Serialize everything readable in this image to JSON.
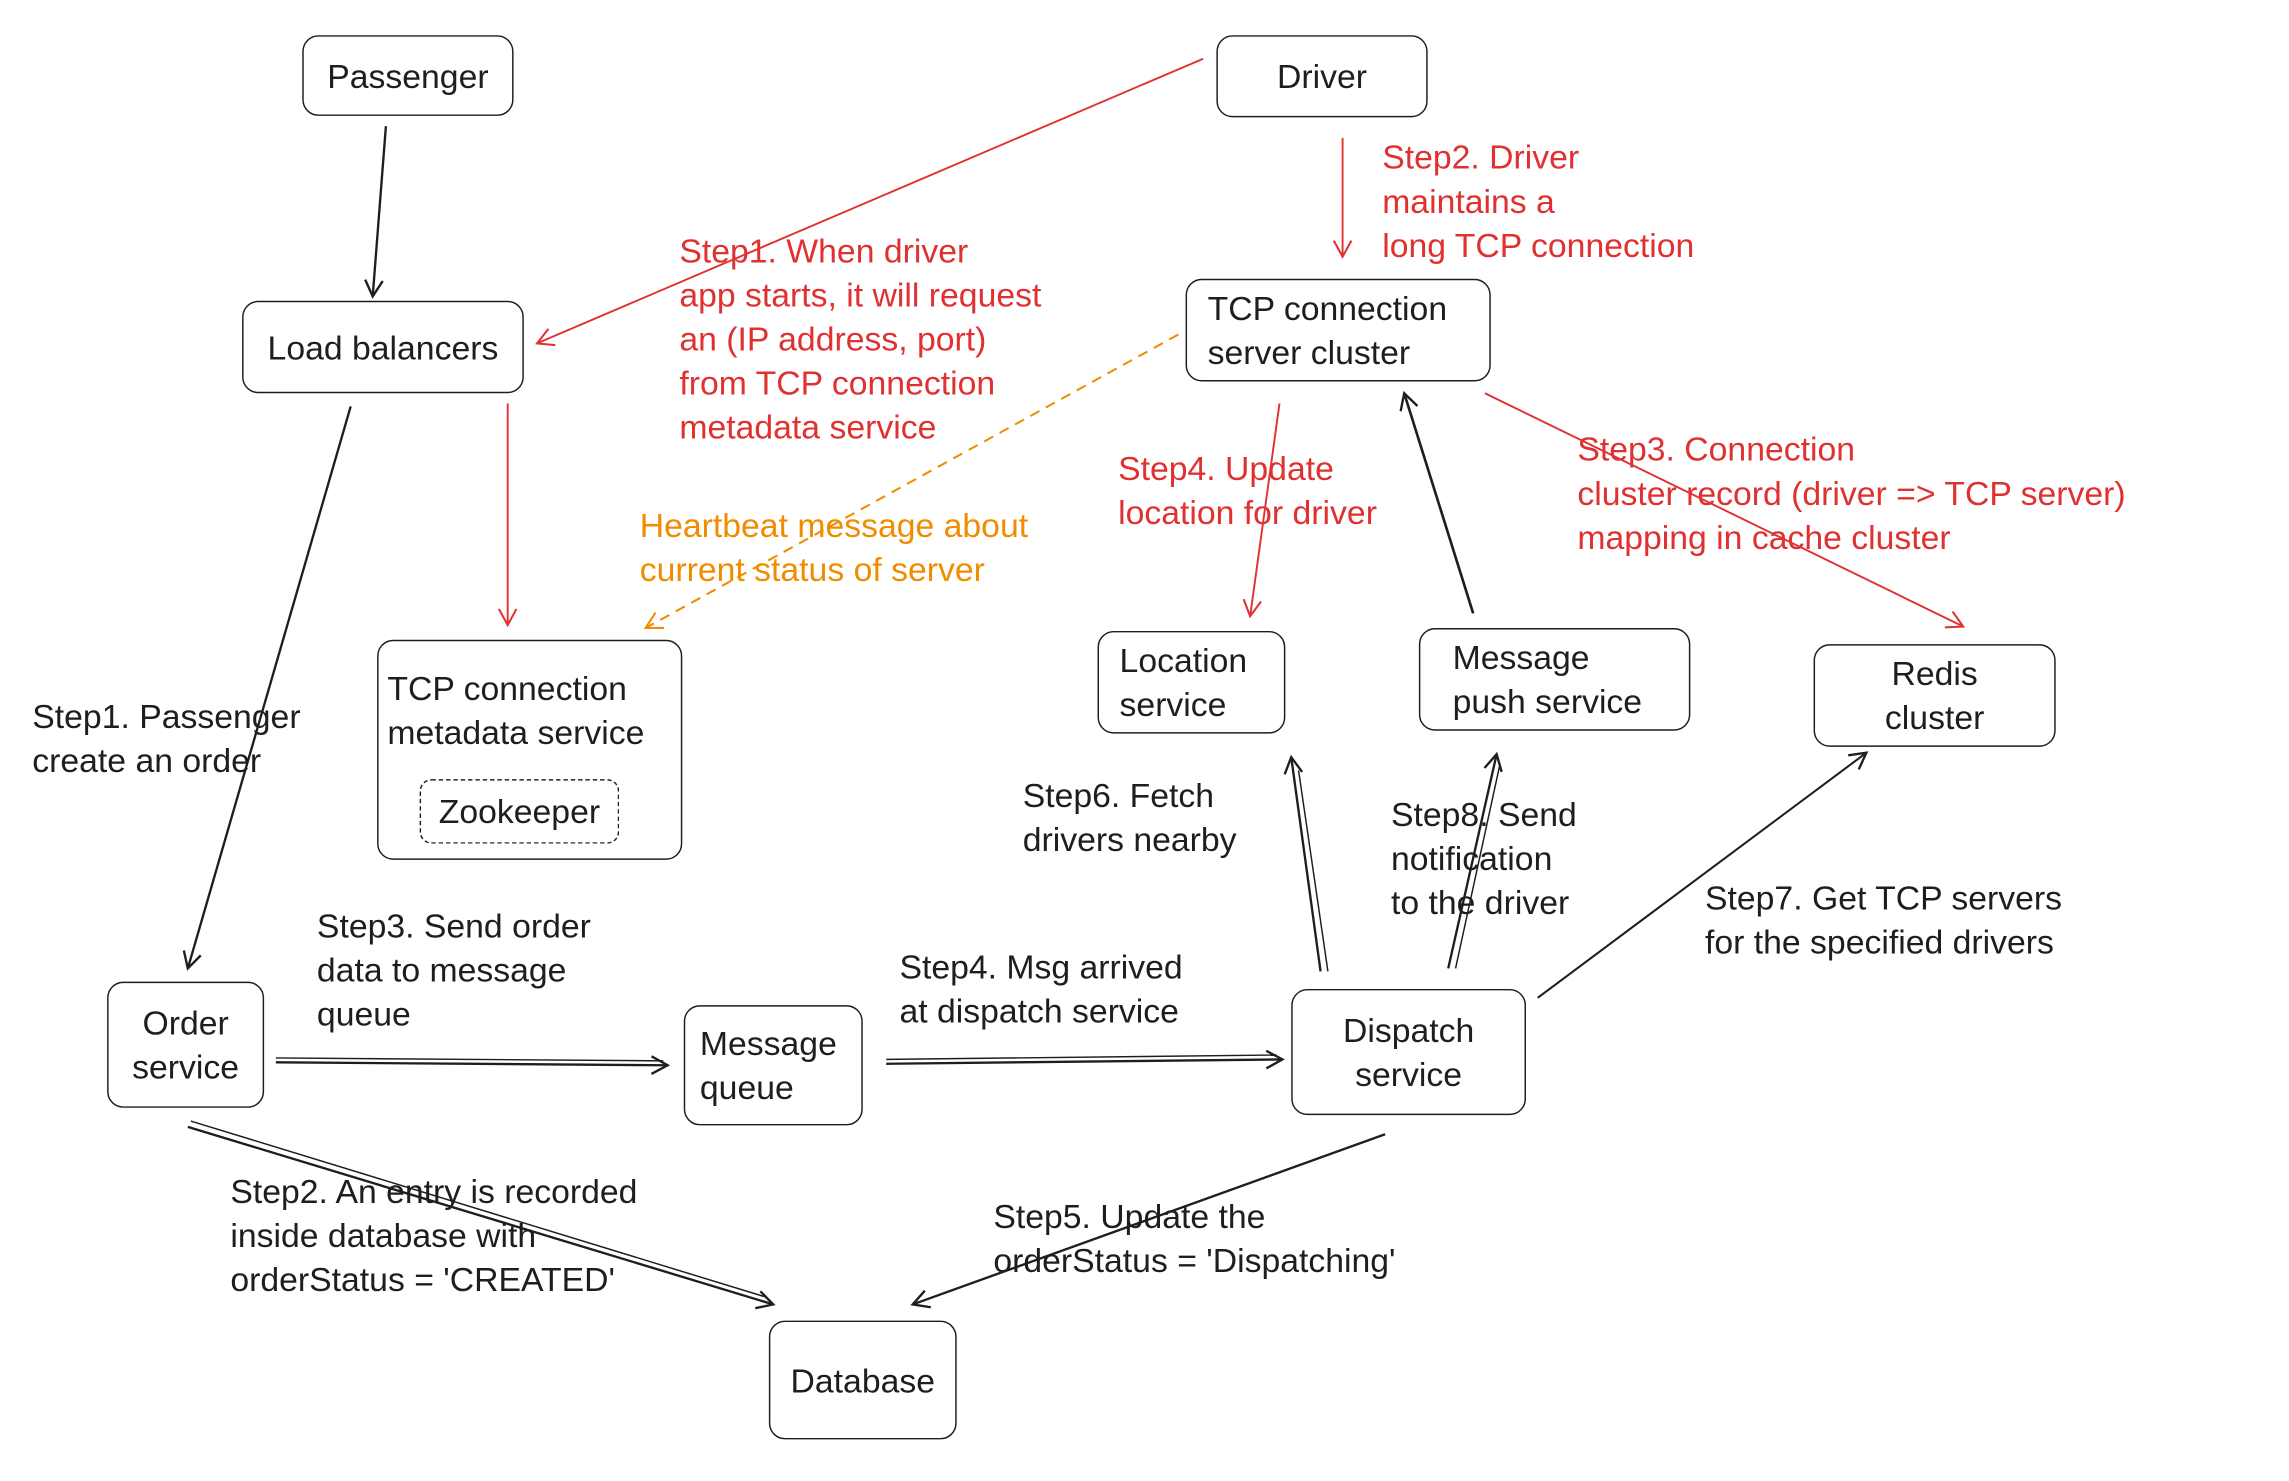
{
  "colors": {
    "ink": "#1e1e1e",
    "red": "#e03131",
    "orange": "#f08c00",
    "background": "#ffffff"
  },
  "nodes": {
    "passenger": "Passenger",
    "driver": "Driver",
    "load_balancers": "Load balancers",
    "tcp_server_cluster": "TCP connection\nserver cluster",
    "tcp_metadata_service": "TCP connection\nmetadata service",
    "zookeeper": "Zookeeper",
    "location_service": "Location\nservice",
    "message_push_service": "Message\npush service",
    "redis_cluster": "Redis\ncluster",
    "order_service": "Order\nservice",
    "message_queue": "Message\nqueue",
    "dispatch_service": "Dispatch\nservice",
    "database": "Database"
  },
  "labels": {
    "driver_step1": "Step1. When driver\napp starts, it will request\nan (IP address, port)\nfrom TCP connection\nmetadata service",
    "driver_step2": "Step2. Driver\nmaintains a\nlong TCP connection",
    "driver_step3": "Step3. Connection\ncluster record (driver => TCP server)\nmapping in cache cluster",
    "driver_step4": "Step4. Update\nlocation for driver",
    "heartbeat": "Heartbeat message about\ncurrent status of server",
    "passenger_step1": "Step1. Passenger\ncreate an order",
    "passenger_step2": "Step2. An entry is recorded\ninside database with\norderStatus = 'CREATED'",
    "passenger_step3": "Step3. Send order\ndata to message\nqueue",
    "passenger_step4": "Step4. Msg arrived\nat dispatch service",
    "passenger_step5": "Step5. Update the\norderStatus = 'Dispatching'",
    "passenger_step6": "Step6. Fetch\ndrivers nearby",
    "passenger_step7": "Step7. Get TCP servers\nfor the specified drivers",
    "passenger_step8": "Step8. Send\nnotification\nto the driver"
  }
}
